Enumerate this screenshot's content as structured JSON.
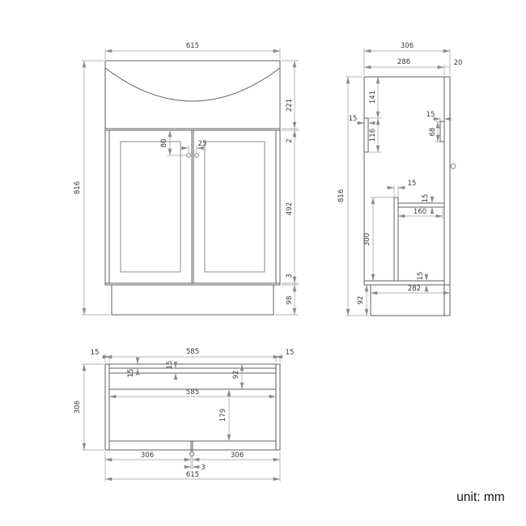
{
  "unit_label": "unit: mm",
  "front_view": {
    "overall_width": "615",
    "overall_height": "816",
    "basin_height": "221",
    "counter_gap": "2",
    "door_height": "492",
    "plinth_gap": "3",
    "plinth_height": "98",
    "handle_offset": "80",
    "handle_spacing": "25"
  },
  "side_view": {
    "overall_depth": "306",
    "body_depth": "286",
    "back_offset": "20",
    "overall_height": "816",
    "basin_depth": "141",
    "rail_width": "15",
    "rail_height": "116",
    "bracket_width": "15",
    "bracket_height": "68",
    "panel_thickness": "15",
    "shelf_thickness": "15",
    "shelf_depth": "160",
    "panel_height": "300",
    "bottom_thickness": "15",
    "base_depth": "282",
    "plinth_height": "92"
  },
  "plan_view": {
    "left_side_thickness": "15",
    "top_inner_width": "585",
    "right_side_thickness": "15",
    "overall_depth": "306",
    "back_thickness": "15",
    "rail_thickness": "15",
    "counter_depth": "92",
    "inner_width": "585",
    "shelf_depth": "179",
    "left_door_width": "306",
    "door_gap": "3",
    "right_door_width": "306",
    "overall_width": "615"
  }
}
